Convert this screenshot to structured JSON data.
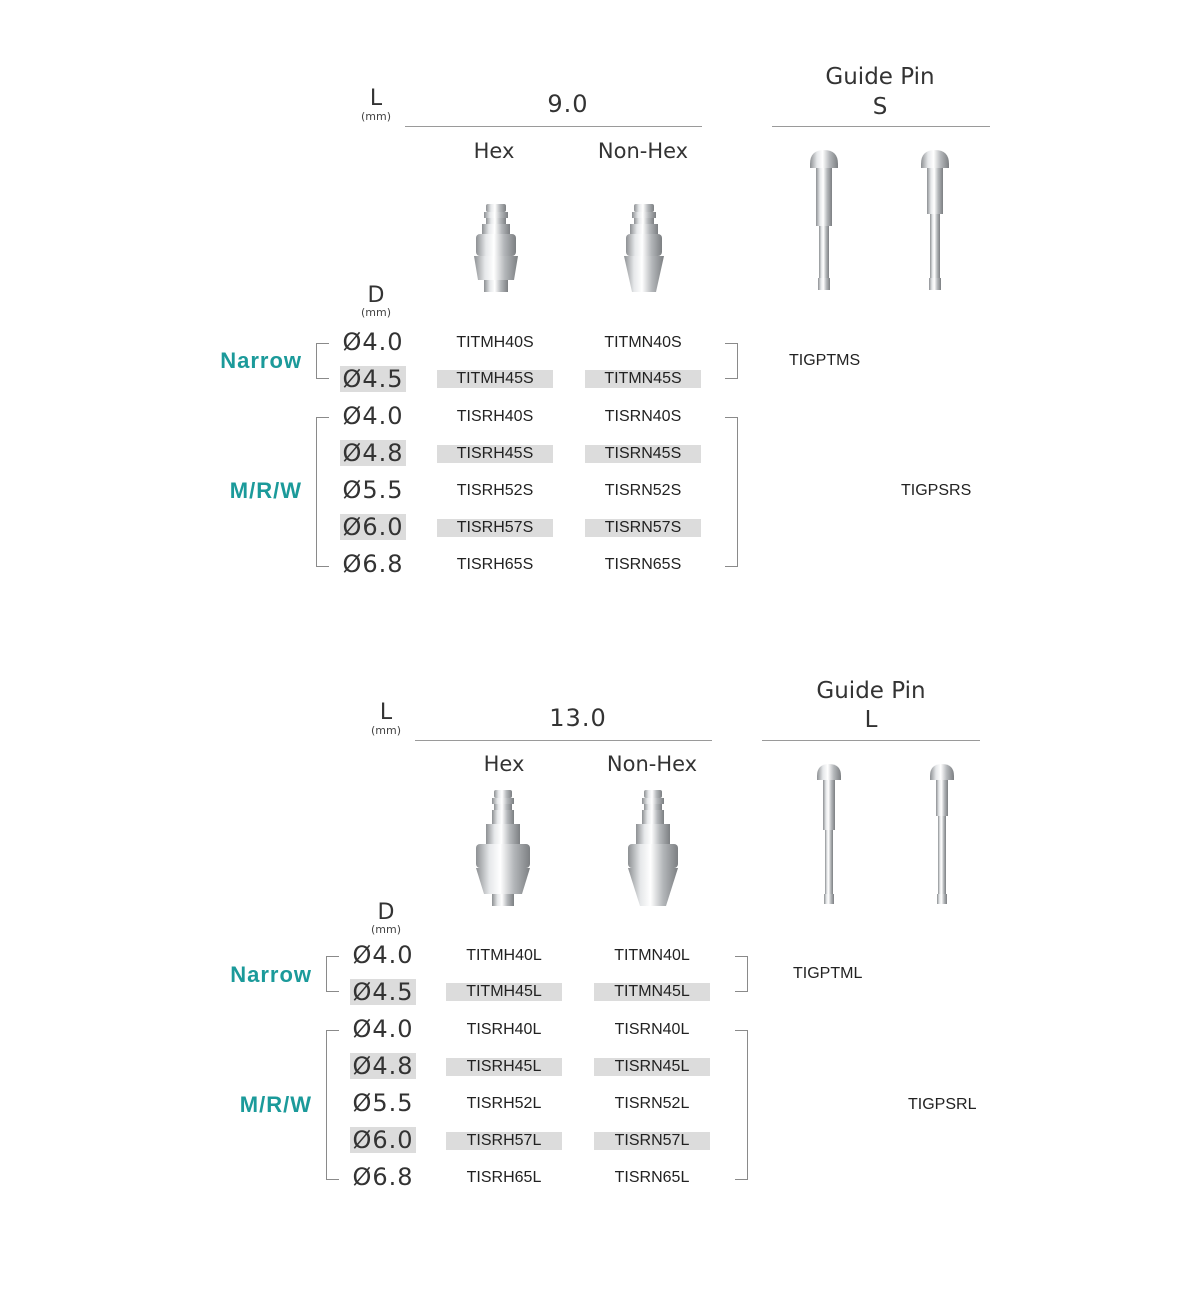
{
  "sections": [
    {
      "length_label": "L",
      "length_unit": "(mm)",
      "length_value": "9.0",
      "col_hex": "Hex",
      "col_nonhex": "Non-Hex",
      "guide_pin_title": "Guide Pin",
      "guide_pin_size": "S",
      "diameter_label": "D",
      "diameter_unit": "(mm)",
      "narrow_label": "Narrow",
      "mrw_label": "M/R/W",
      "rows": [
        {
          "diameter": "Ø4.0",
          "hex": "TITMH40S",
          "nonhex": "TITMN40S",
          "shaded": false
        },
        {
          "diameter": "Ø4.5",
          "hex": "TITMH45S",
          "nonhex": "TITMN45S",
          "shaded": true
        },
        {
          "diameter": "Ø4.0",
          "hex": "TISRH40S",
          "nonhex": "TISRN40S",
          "shaded": false
        },
        {
          "diameter": "Ø4.8",
          "hex": "TISRH45S",
          "nonhex": "TISRN45S",
          "shaded": true
        },
        {
          "diameter": "Ø5.5",
          "hex": "TISRH52S",
          "nonhex": "TISRN52S",
          "shaded": false
        },
        {
          "diameter": "Ø6.0",
          "hex": "TISRH57S",
          "nonhex": "TISRN57S",
          "shaded": true
        },
        {
          "diameter": "Ø6.8",
          "hex": "TISRH65S",
          "nonhex": "TISRN65S",
          "shaded": false
        }
      ],
      "guide_pin_narrow": "TIGPTMS",
      "guide_pin_mrw": "TIGPSRS"
    },
    {
      "length_label": "L",
      "length_unit": "(mm)",
      "length_value": "13.0",
      "col_hex": "Hex",
      "col_nonhex": "Non-Hex",
      "guide_pin_title": "Guide Pin",
      "guide_pin_size": "L",
      "diameter_label": "D",
      "diameter_unit": "(mm)",
      "narrow_label": "Narrow",
      "mrw_label": "M/R/W",
      "rows": [
        {
          "diameter": "Ø4.0",
          "hex": "TITMH40L",
          "nonhex": "TITMN40L",
          "shaded": false
        },
        {
          "diameter": "Ø4.5",
          "hex": "TITMH45L",
          "nonhex": "TITMN45L",
          "shaded": true
        },
        {
          "diameter": "Ø4.0",
          "hex": "TISRH40L",
          "nonhex": "TISRN40L",
          "shaded": false
        },
        {
          "diameter": "Ø4.8",
          "hex": "TISRH45L",
          "nonhex": "TISRN45L",
          "shaded": true
        },
        {
          "diameter": "Ø5.5",
          "hex": "TISRH52L",
          "nonhex": "TISRN52L",
          "shaded": false
        },
        {
          "diameter": "Ø6.0",
          "hex": "TISRH57L",
          "nonhex": "TISRN57L",
          "shaded": true
        },
        {
          "diameter": "Ø6.8",
          "hex": "TISRH65L",
          "nonhex": "TISRN65L",
          "shaded": false
        }
      ],
      "guide_pin_narrow": "TIGPTML",
      "guide_pin_mrw": "TIGPSRL"
    }
  ],
  "colors": {
    "category_teal": "#1b9a9a",
    "row_shade": "#dcdcdc",
    "rule_gray": "#9a9a9a"
  }
}
